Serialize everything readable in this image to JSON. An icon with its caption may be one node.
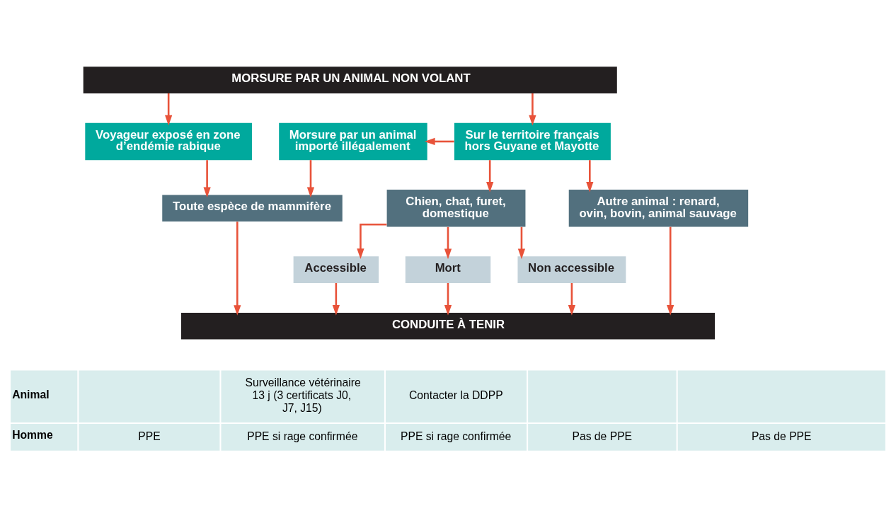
{
  "diagram": {
    "nodes": [
      {
        "text": [
          "MORSURE PAR UN ANIMAL NON VOLANT"
        ]
      },
      {
        "text": [
          "Voyageur exposé en zone d’endémie rabique"
        ]
      },
      {
        "text": [
          "Morsure par un animal importé illégalement"
        ]
      },
      {
        "text": [
          "Sur le territoire français hors Guyane et Mayotte"
        ]
      },
      {
        "text": [
          "Toute espèce de mammifère"
        ]
      },
      {
        "text": [
          "Chien, chat, furet, domestique"
        ]
      },
      {
        "text": [
          "Autre animal : renard, ovin, bovin, animal sauvage"
        ]
      },
      {
        "text": [
          "Accessible"
        ]
      },
      {
        "text": [
          "Mort"
        ]
      },
      {
        "text": [
          "Non accessible"
        ]
      },
      {
        "text": [
          "CONDUITE À TENIR"
        ]
      }
    ],
    "edges": [
      {
        "from": 0,
        "to": 1,
        "arrow": "to"
      },
      {
        "from": 0,
        "to": 3,
        "arrow": "to"
      },
      {
        "from": 3,
        "to": 2,
        "arrow": "to"
      },
      {
        "from": 1,
        "to": 4,
        "arrow": "to"
      },
      {
        "from": 2,
        "to": 4,
        "arrow": "to"
      },
      {
        "from": 3,
        "to": 5,
        "arrow": "to"
      },
      {
        "from": 3,
        "to": 6,
        "arrow": "to"
      },
      {
        "from": 5,
        "to": 7,
        "arrow": "to"
      },
      {
        "from": 5,
        "to": 8,
        "arrow": "to"
      },
      {
        "from": 5,
        "to": 9,
        "arrow": "to"
      },
      {
        "from": 4,
        "to": 10,
        "arrow": "to"
      },
      {
        "from": 7,
        "to": 10,
        "arrow": "to"
      },
      {
        "from": 8,
        "to": 10,
        "arrow": "to"
      },
      {
        "from": 9,
        "to": 10,
        "arrow": "to"
      },
      {
        "from": 6,
        "to": 10,
        "arrow": "to"
      }
    ],
    "labels": [
      "Animal",
      "Surveillance vétérinaire 13 j (3 certificats J0, J7, J15)",
      "Contacter la DDPP",
      "Homme",
      "PPE",
      "PPE si rage confirmée",
      "PPE si rage confirmée",
      "Pas de PPE",
      "Pas de PPE"
    ]
  }
}
